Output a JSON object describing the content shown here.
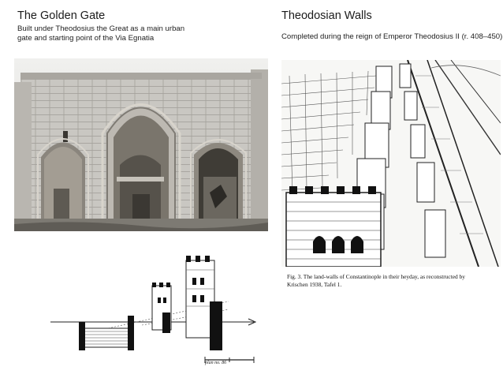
{
  "left": {
    "title": "The Golden Gate",
    "subtitle_line1": "Built under Theodosius the Great as a main urban",
    "subtitle_line2": "gate and starting point of the Via Egnatia",
    "plan_note": "plan no. 86"
  },
  "right": {
    "title": "Theodosian Walls",
    "subtitle": "Completed during the reign of Emperor Theodosius II (r. 408–450)",
    "figure_caption_line1": "Fig. 3. The land-walls of Constantinople in their heyday, as reconstructed by",
    "figure_caption_line2": "Krischen 1938, Tafel 1."
  }
}
